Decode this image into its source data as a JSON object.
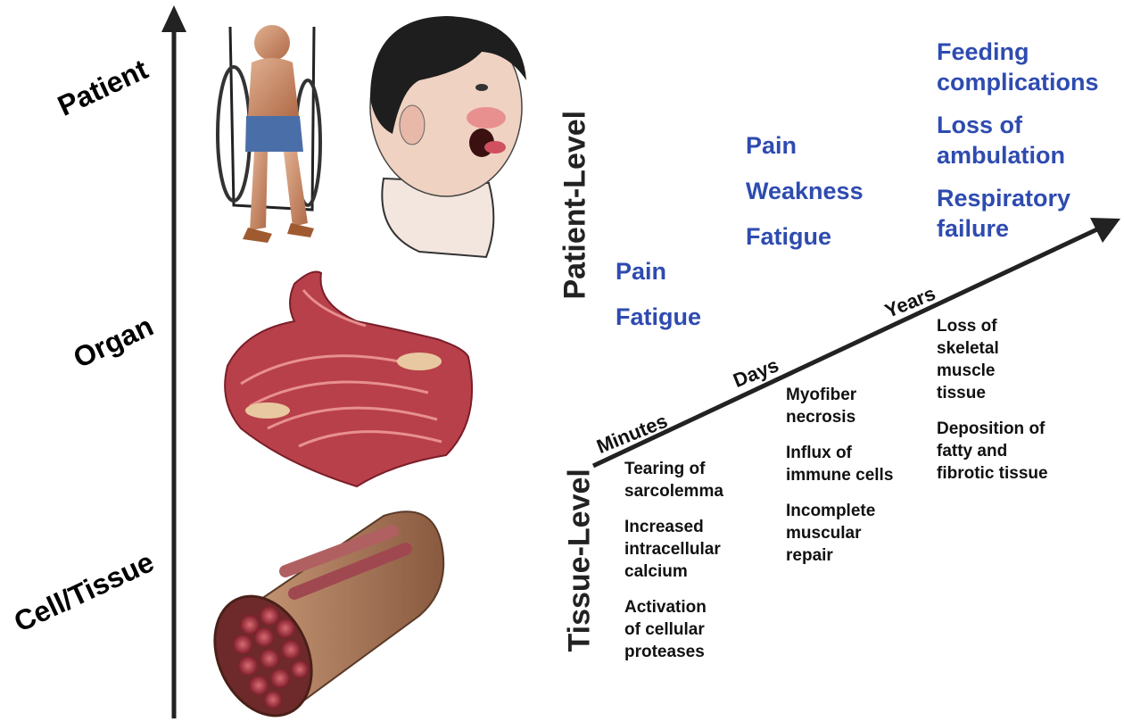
{
  "scale_axis": {
    "labels": [
      "Patient",
      "Organ",
      "Cell/Tissue"
    ]
  },
  "levels": {
    "patient_level": "Patient-Level",
    "tissue_level": "Tissue-Level"
  },
  "timeline": {
    "labels": [
      "Minutes",
      "Days",
      "Years"
    ]
  },
  "patient_symptoms": {
    "minutes": [
      "Pain",
      "Fatigue"
    ],
    "days": [
      "Pain",
      "Weakness",
      "Fatigue"
    ],
    "years": [
      "Feeding complications",
      "Loss of ambulation",
      "Respiratory failure"
    ]
  },
  "tissue_events": {
    "minutes": [
      "Tearing of sarcolemma",
      "Increased intracellular calcium",
      "Activation of cellular proteases"
    ],
    "days": [
      "Myofiber necrosis",
      "Influx of immune cells",
      "Incomplete muscular repair"
    ],
    "years": [
      "Loss of skeletal muscle tissue",
      "Deposition of fatty and fibrotic tissue"
    ]
  },
  "colors": {
    "patient_text": "#2e4bb0",
    "tissue_text": "#111111",
    "arrows": "#222222",
    "muscle": "#b8404a"
  },
  "illustrations": {
    "patient_wheelchair": "patient-in-wheelchair-illustration",
    "patient_face": "patient-face-illustration",
    "organ": "muscle-organ-illustration",
    "tissue": "muscle-fiber-bundle-illustration"
  }
}
